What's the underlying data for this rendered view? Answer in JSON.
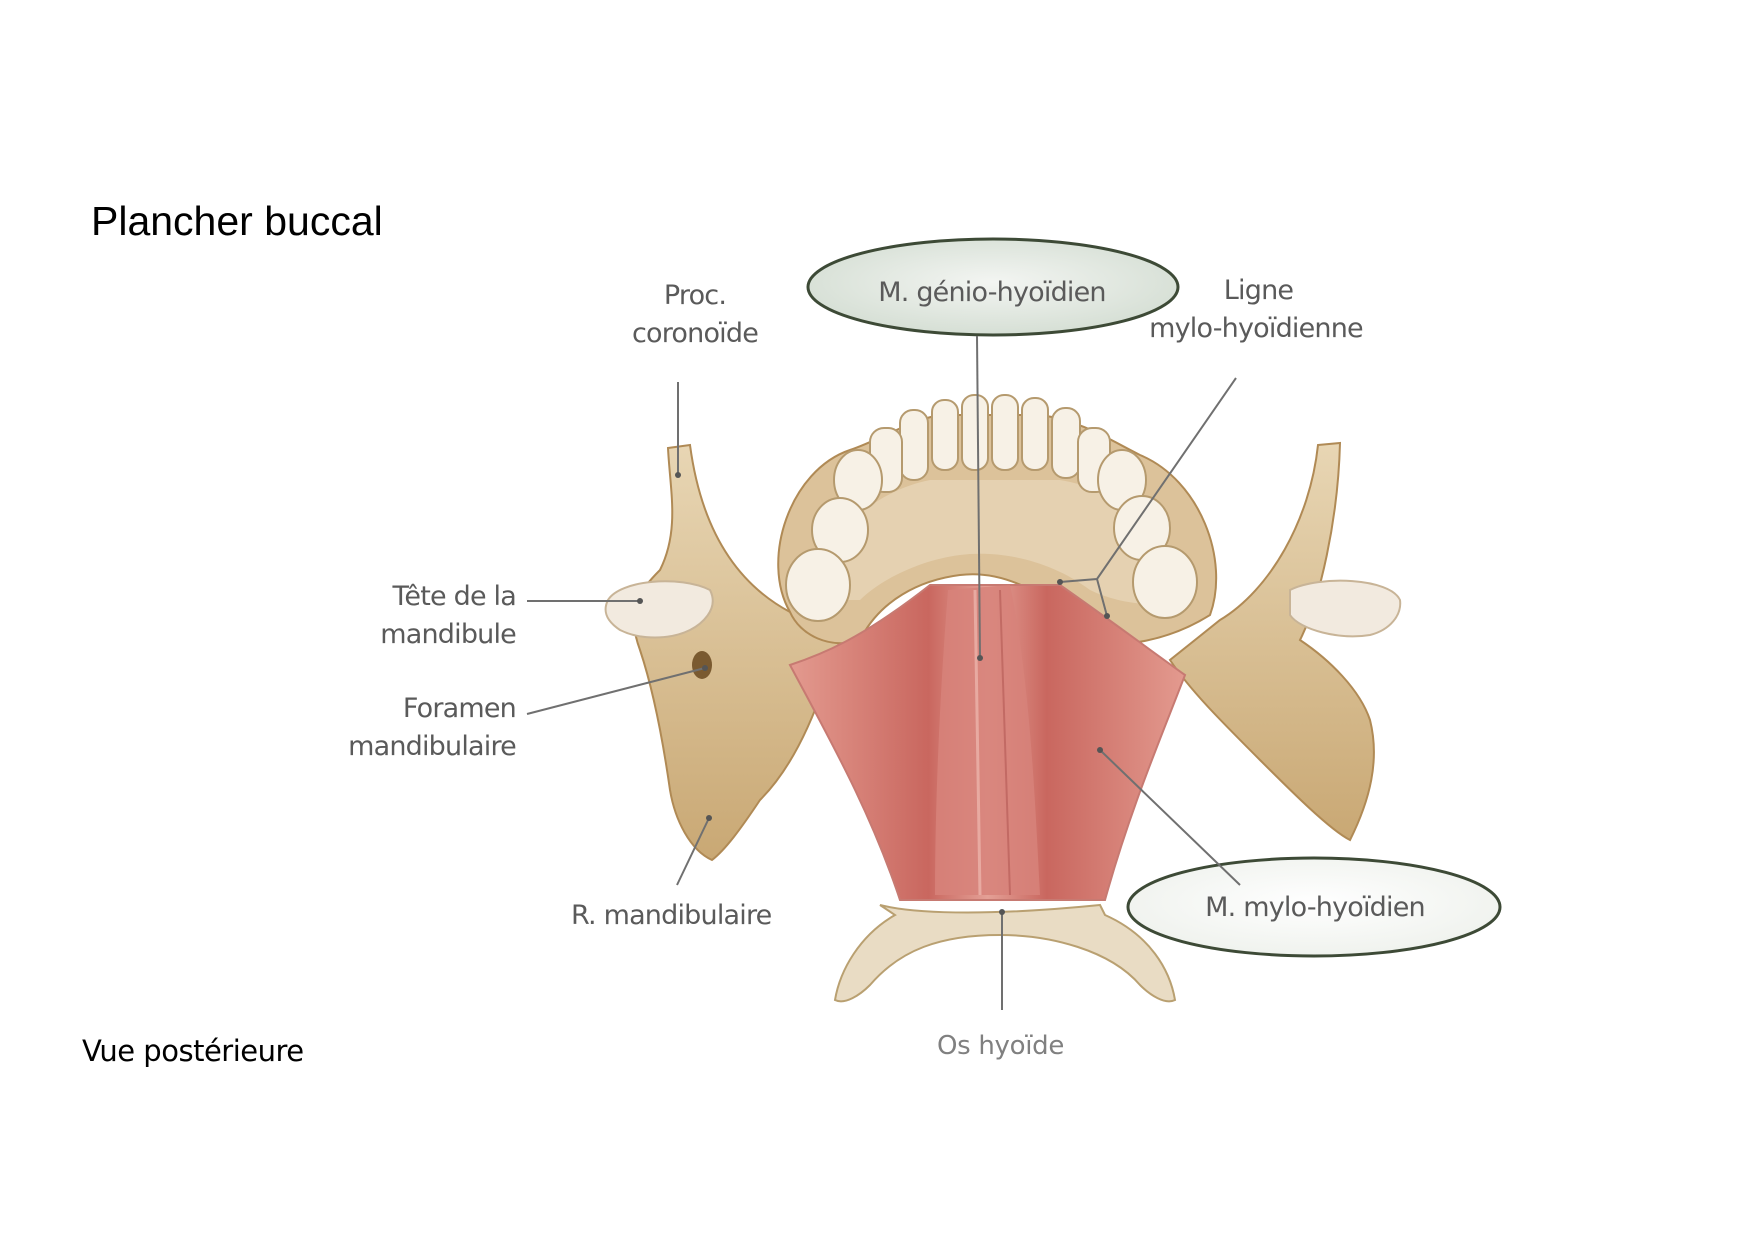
{
  "page": {
    "title": "Plancher buccal",
    "caption": "Vue postérieure"
  },
  "labels": {
    "proc_coronoide": {
      "line1": "Proc.",
      "line2": "coronoïde"
    },
    "genio_hyoidien": "M. génio-hyoïdien",
    "ligne_mylo": {
      "line1": "Ligne",
      "line2": "mylo-hyoïdienne"
    },
    "tete_mandibule": {
      "line1": "Tête de la",
      "line2": "mandibule"
    },
    "foramen": {
      "line1": "Foramen",
      "line2": "mandibulaire"
    },
    "r_mandibulaire": "R. mandibulaire",
    "mylo_hyoidien": "M. mylo-hyoïdien",
    "os_hyoide": "Os hyoïde"
  },
  "colors": {
    "bone": "#dcc29a",
    "bone_dark": "#b08a55",
    "bone_light": "#f1e6d2",
    "muscle": "#d98a80",
    "muscle_dark": "#b85c56",
    "highlight_fill": "#e3e9e3",
    "highlight_stroke": "#3d4a36",
    "leader": "#707070",
    "label_text": "#5a5a5a"
  }
}
